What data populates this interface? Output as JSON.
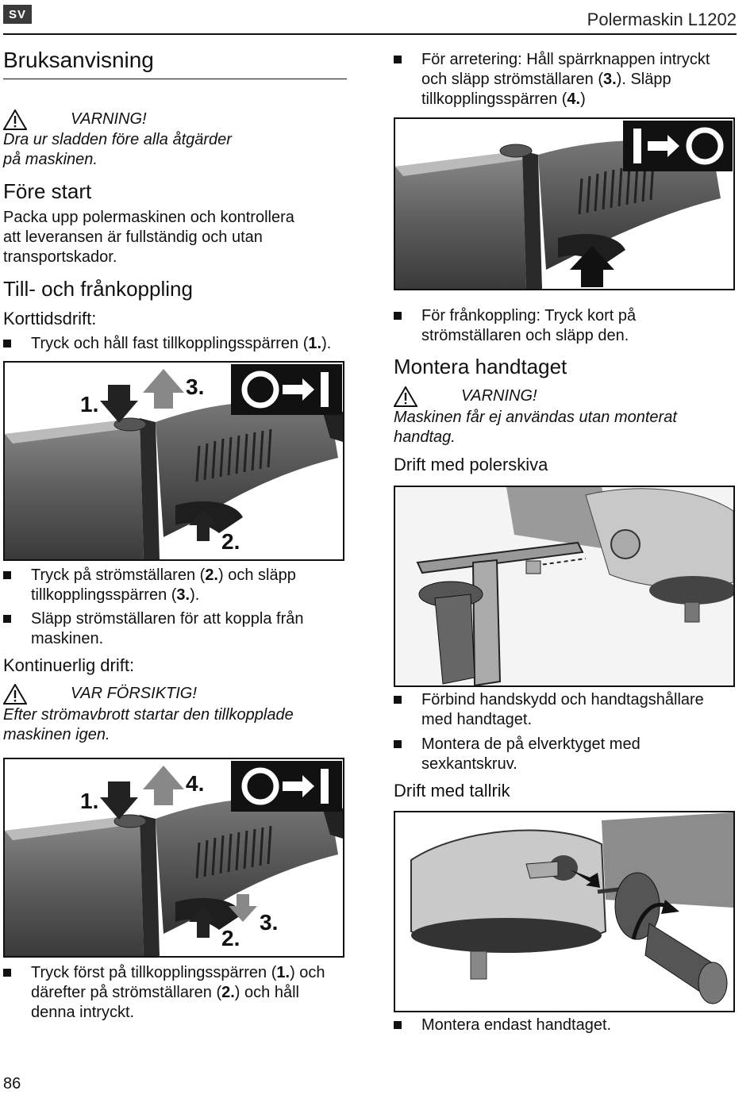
{
  "header": {
    "lang": "SV",
    "title": "Polermaskin L1202"
  },
  "left": {
    "section_title": "Bruksanvisning",
    "warning1": {
      "label": "VARNING!",
      "text_line1": "Dra ur sladden före alla åtgärder",
      "text_line2": "på maskinen."
    },
    "fore_start": {
      "heading": "Före start",
      "line1": "Packa upp polermaskinen och kontrollera",
      "line2": "att leveransen är fullständig och utan",
      "line3": "transportskador."
    },
    "till_fran": {
      "heading": "Till- och frånkoppling",
      "korttid_heading": "Korttidsdrift:",
      "bullet1_pre": "Tryck och håll fast tillkopplingsspärren (",
      "bullet1_num": "1.",
      "bullet1_post": ")."
    },
    "fig1_labels": {
      "l1": "1.",
      "l2": "2.",
      "l3": "3."
    },
    "bullets_after_fig1": [
      {
        "line1_pre": "Tryck på strömställaren (",
        "num1": "2.",
        "line1_post": ") och släpp",
        "line2_pre": "tillkopplingsspärren (",
        "num2": "3.",
        "line2_post": ")."
      },
      {
        "line1": "Släpp strömställaren för att koppla från",
        "line2": "maskinen."
      }
    ],
    "kontinuerlig": {
      "heading": "Kontinuerlig drift:",
      "caution_label": "VAR FÖRSIKTIG!",
      "caution_line1": "Efter strömavbrott startar den tillkopplade",
      "caution_line2": "maskinen igen."
    },
    "fig2_labels": {
      "l1": "1.",
      "l2": "2.",
      "l3": "3.",
      "l4": "4."
    },
    "bullet_last": {
      "line1_pre": "Tryck först på tillkopplingsspärren (",
      "num1": "1.",
      "line1_post": ") och",
      "line2_pre": "därefter på strömställaren (",
      "num2": "2.",
      "line2_post": ") och håll",
      "line3": "denna intryckt."
    }
  },
  "right": {
    "bullet_arretering": {
      "line1": "För arretering: Håll spärrknappen intryckt",
      "line2_pre": "och släpp strömställaren (",
      "num1": "3.",
      "line2_post": "). Släpp",
      "line3_pre": "tillkopplingsspärren (",
      "num2": "4.",
      "line3_post": ")"
    },
    "bullet_frankoppling": {
      "line1": "För frånkoppling: Tryck kort på",
      "line2": "strömställaren och släpp den."
    },
    "montera": {
      "heading": "Montera handtaget",
      "warning_label": "VARNING!",
      "warning_line1": "Maskinen får ej användas utan monterat",
      "warning_line2": "handtag."
    },
    "polerskiva": {
      "heading": "Drift med polerskiva",
      "bullet1_line1": "Förbind handskydd och handtagshållare",
      "bullet1_line2": "med handtaget.",
      "bullet2_line1": "Montera de på elverktyget med",
      "bullet2_line2": "sexkantskruv."
    },
    "tallrik": {
      "heading": "Drift med tallrik",
      "bullet1": "Montera endast handtaget."
    }
  },
  "footer": {
    "page_number": "86"
  }
}
